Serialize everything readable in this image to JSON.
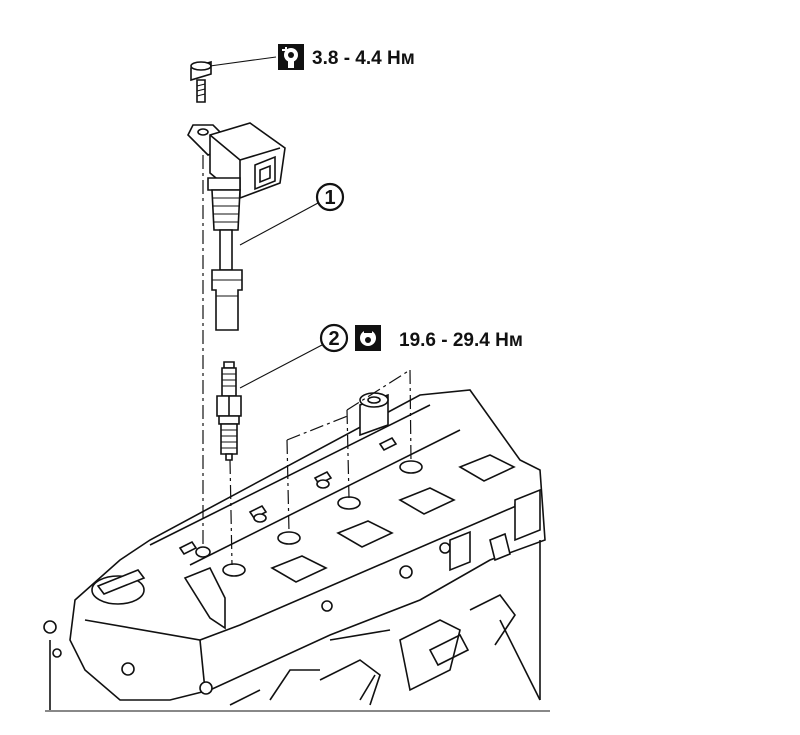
{
  "callouts": [
    {
      "id": "bolt",
      "torque": "3.8 - 4.4  Нм",
      "icon": "torque-wrench-icon"
    },
    {
      "id": "coil",
      "number": "1"
    },
    {
      "id": "spark-plug",
      "number": "2",
      "torque": "19.6 - 29.4  Нм",
      "icon": "socket-wrench-icon"
    }
  ],
  "colors": {
    "line": "#111111",
    "background": "#ffffff"
  }
}
